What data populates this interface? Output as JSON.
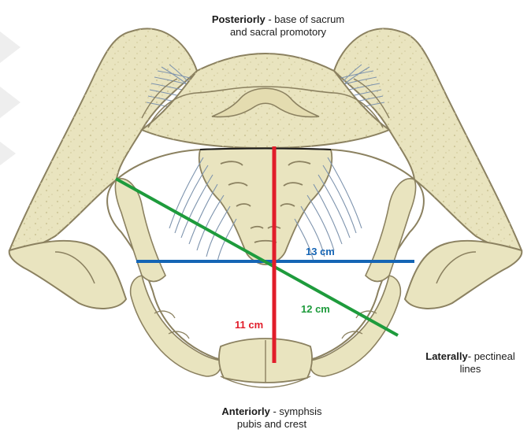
{
  "labels": {
    "posterior": {
      "bold": "Posteriorly",
      "line1_rest": " - base of sacrum",
      "line2": "and sacral promotory"
    },
    "lateral": {
      "bold": "Laterally",
      "line1_rest": "- pectineal",
      "line2": "lines"
    },
    "anterior": {
      "bold": "Anteriorly",
      "line1_rest": " - symphsis",
      "line2": "pubis and crest"
    }
  },
  "measurements": [
    {
      "id": "transverse",
      "label": "13 cm",
      "color": "#1565b5"
    },
    {
      "id": "oblique",
      "label": "12 cm",
      "color": "#1e9b3c"
    },
    {
      "id": "conjugate",
      "label": "11 cm",
      "color": "#e11d2a"
    }
  ],
  "colors": {
    "bone_fill": "#e9e4bf",
    "bone_stroke": "#8b8160",
    "ligament": "#7d93ad",
    "inlet": "#ffffff"
  }
}
